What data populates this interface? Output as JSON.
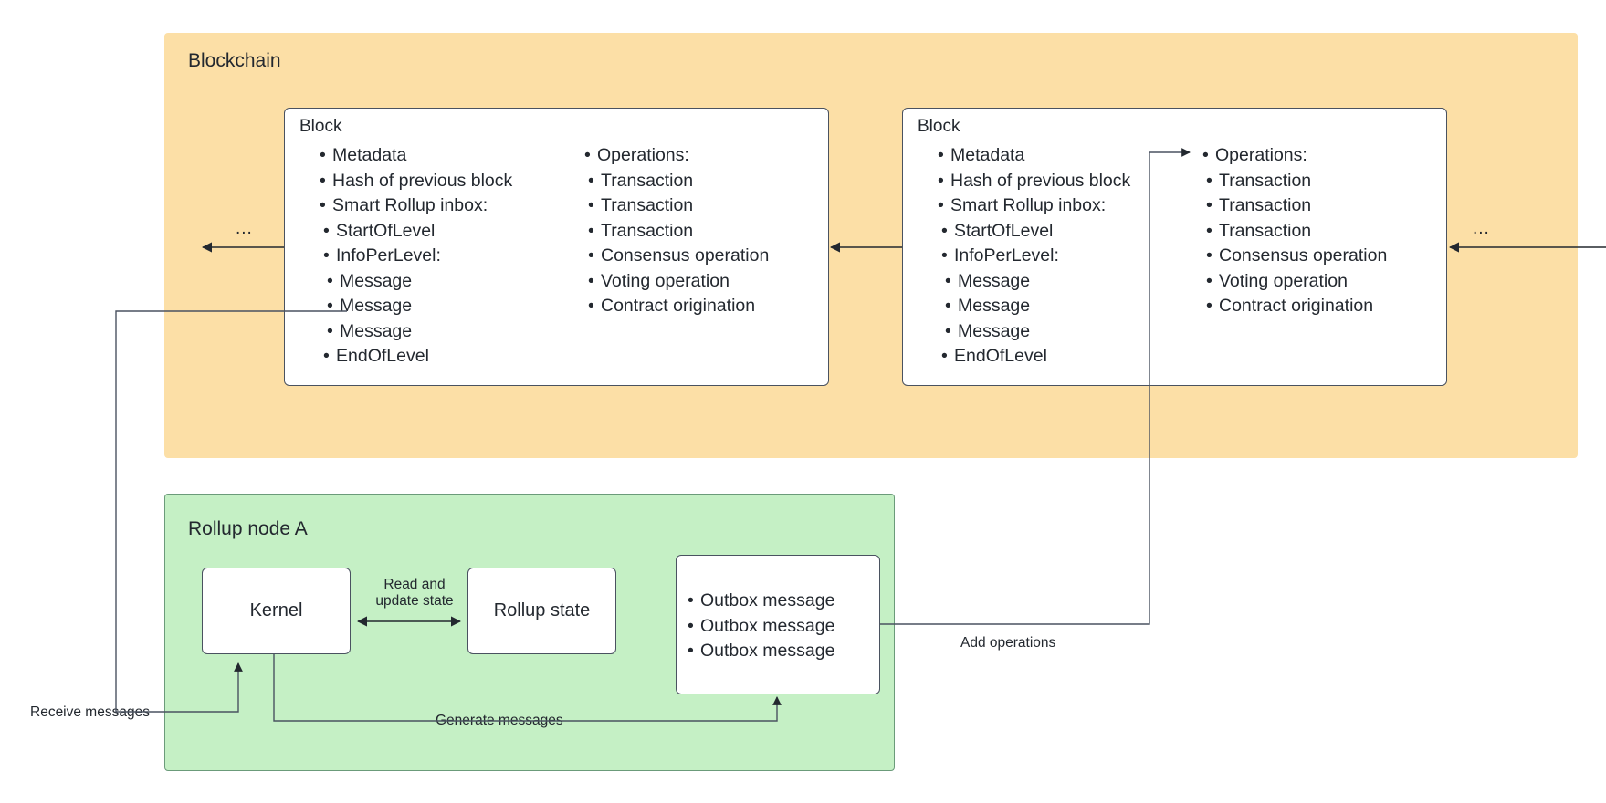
{
  "diagram": {
    "title": "Tezos Smart Rollup blockchain and rollup node data flow",
    "colors": {
      "blockchain_fill": "#fcdfa6",
      "rollup_fill": "#c5f0c5",
      "box_fill": "#ffffff",
      "stroke": "#4a5260",
      "text": "#23282f"
    }
  },
  "blockchain": {
    "title": "Blockchain",
    "ellipsis_left": "...",
    "ellipsis_right": "...",
    "blocks": [
      {
        "label": "Block",
        "left_column": {
          "items": [
            "Metadata",
            "Hash of previous block",
            "Smart Rollup inbox:"
          ],
          "inbox": [
            "StartOfLevel",
            "InfoPerLevel:"
          ],
          "messages": [
            "Message",
            "Message",
            "Message"
          ],
          "end": "EndOfLevel"
        },
        "right_column": {
          "heading": "Operations:",
          "items": [
            "Transaction",
            "Transaction",
            "Transaction",
            "Consensus operation",
            "Voting operation",
            "Contract origination"
          ]
        }
      },
      {
        "label": "Block",
        "left_column": {
          "items": [
            "Metadata",
            "Hash of previous block",
            "Smart Rollup inbox:"
          ],
          "inbox": [
            "StartOfLevel",
            "InfoPerLevel:"
          ],
          "messages": [
            "Message",
            "Message",
            "Message"
          ],
          "end": "EndOfLevel"
        },
        "right_column": {
          "heading": "Operations:",
          "items": [
            "Transaction",
            "Transaction",
            "Transaction",
            "Consensus operation",
            "Voting operation",
            "Contract origination"
          ]
        }
      }
    ]
  },
  "rollup_node": {
    "title": "Rollup node A",
    "kernel": "Kernel",
    "state": "Rollup state",
    "outbox": {
      "items": [
        "Outbox message",
        "Outbox message",
        "Outbox message"
      ]
    }
  },
  "connectors": {
    "read_update_state": "Read and\nupdate state",
    "read_update_state_line1": "Read and",
    "read_update_state_line2": "update state",
    "add_operations": "Add operations",
    "receive_messages": "Receive messages",
    "generate_messages": "Generate messages"
  }
}
